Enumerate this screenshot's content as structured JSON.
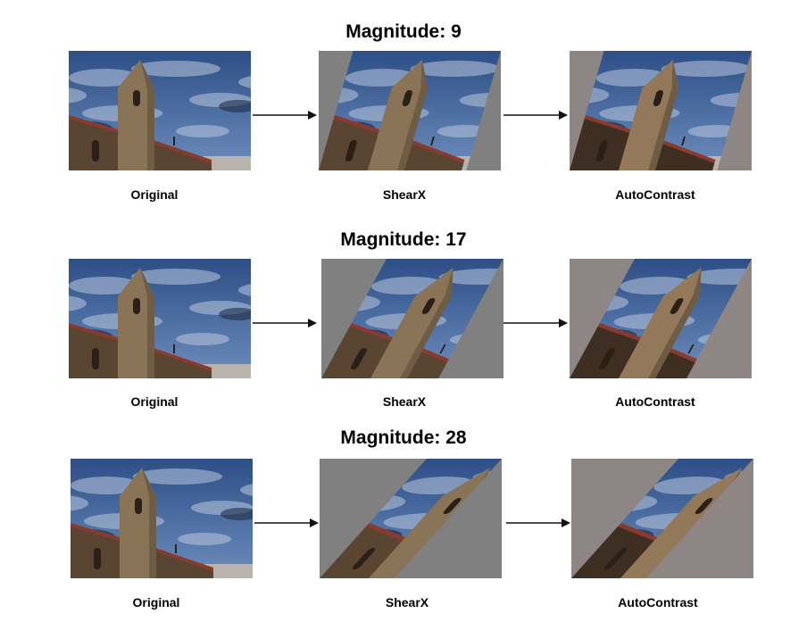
{
  "rows": [
    {
      "title": "Magnitude: 9",
      "shear": 0.09,
      "labels": [
        "Original",
        "ShearX",
        "AutoContrast"
      ]
    },
    {
      "title": "Magnitude: 17",
      "shear": 0.17,
      "labels": [
        "Original",
        "ShearX",
        "AutoContrast"
      ]
    },
    {
      "title": "Magnitude: 28",
      "shear": 0.28,
      "labels": [
        "Original",
        "ShearX",
        "AutoContrast"
      ]
    }
  ],
  "colors": {
    "sky_top": "#2d4f86",
    "sky_bottom": "#6d8dbd",
    "cloud": "#b9c7dc",
    "tower": "#8a7458",
    "roof": "#8c3a2c",
    "wall": "#5a4532",
    "fill_shear": "#808080",
    "fill_autocontrast": "#8e8585",
    "arrow": "#111111"
  }
}
